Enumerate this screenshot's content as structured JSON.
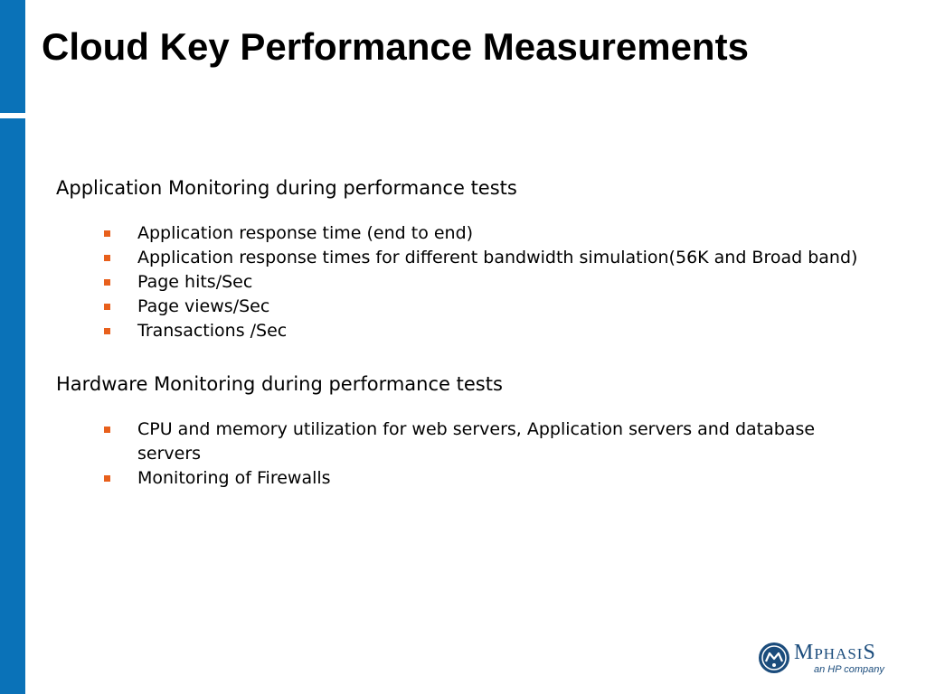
{
  "slide": {
    "title": "Cloud Key Performance Measurements",
    "sections": [
      {
        "heading": "Application Monitoring during performance tests",
        "bullets": [
          "Application response time (end to end)",
          "Application response times for different bandwidth simulation(56K and Broad band)",
          "Page hits/Sec",
          "Page views/Sec",
          "Transactions /Sec"
        ]
      },
      {
        "heading": "Hardware Monitoring during performance tests",
        "bullets": [
          "CPU and memory utilization for web servers, Application servers and database   servers",
          "Monitoring of Firewalls"
        ]
      }
    ]
  },
  "logo": {
    "word_big_1": "M",
    "word_small_1": "PHASI",
    "word_big_2": "S",
    "tagline": "an HP company"
  },
  "colors": {
    "accent_blue": "#0a72b8",
    "bullet_orange": "#e8601c",
    "logo_navy": "#1b4c7c"
  }
}
